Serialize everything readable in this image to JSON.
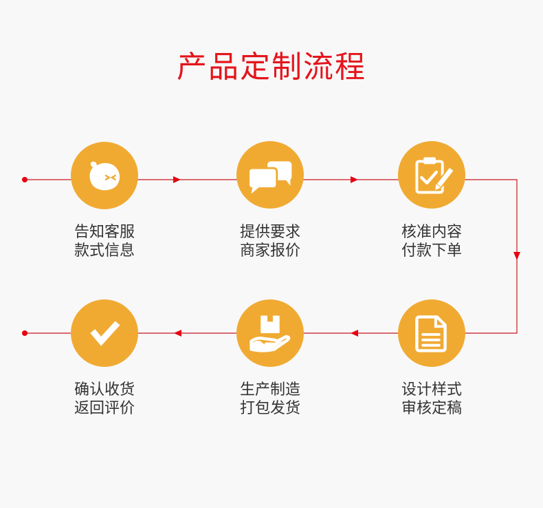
{
  "title": "产品定制流程",
  "colors": {
    "title": "#e4151c",
    "accent": "#f0aa32",
    "connector": "#c8161e",
    "arrow": "#e60012",
    "text": "#333333"
  },
  "steps": [
    {
      "icon": "chat-face-icon",
      "line1": "告知客服",
      "line2": "款式信息"
    },
    {
      "icon": "speech-bubbles-icon",
      "line1": "提供要求",
      "line2": "商家报价"
    },
    {
      "icon": "clipboard-check-icon",
      "line1": "核准内容",
      "line2": "付款下单"
    },
    {
      "icon": "document-icon",
      "line1": "设计样式",
      "line2": "审核定稿"
    },
    {
      "icon": "box-on-hand-icon",
      "line1": "生产制造",
      "line2": "打包发货"
    },
    {
      "icon": "checkmark-icon",
      "line1": "确认收货",
      "line2": "返回评价"
    }
  ]
}
